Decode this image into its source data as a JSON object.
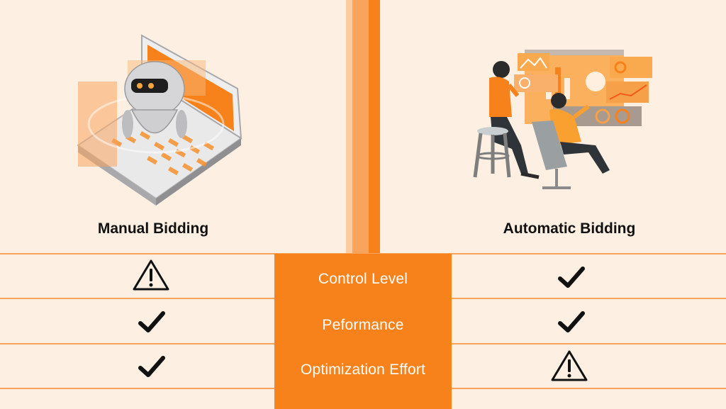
{
  "colors": {
    "background": "#fdf0e3",
    "accent": "#f7811a",
    "accent_medium": "#f9a45c",
    "accent_light": "#fccba0",
    "divider": "#f9a25a",
    "text_dark": "#111111",
    "text_light": "#ffffff"
  },
  "columns": {
    "left": {
      "title": "Manual Bidding",
      "illustration": "robot-laptop-illustration"
    },
    "right": {
      "title": "Automatic Bidding",
      "illustration": "people-dashboard-illustration"
    }
  },
  "rows": [
    {
      "criterion": "Control Level",
      "manual": "warning-icon",
      "automatic": "check-icon"
    },
    {
      "criterion": "Peformance",
      "manual": "check-icon",
      "automatic": "check-icon"
    },
    {
      "criterion": "Optimization Effort",
      "manual": "check-icon",
      "automatic": "warning-icon"
    }
  ]
}
